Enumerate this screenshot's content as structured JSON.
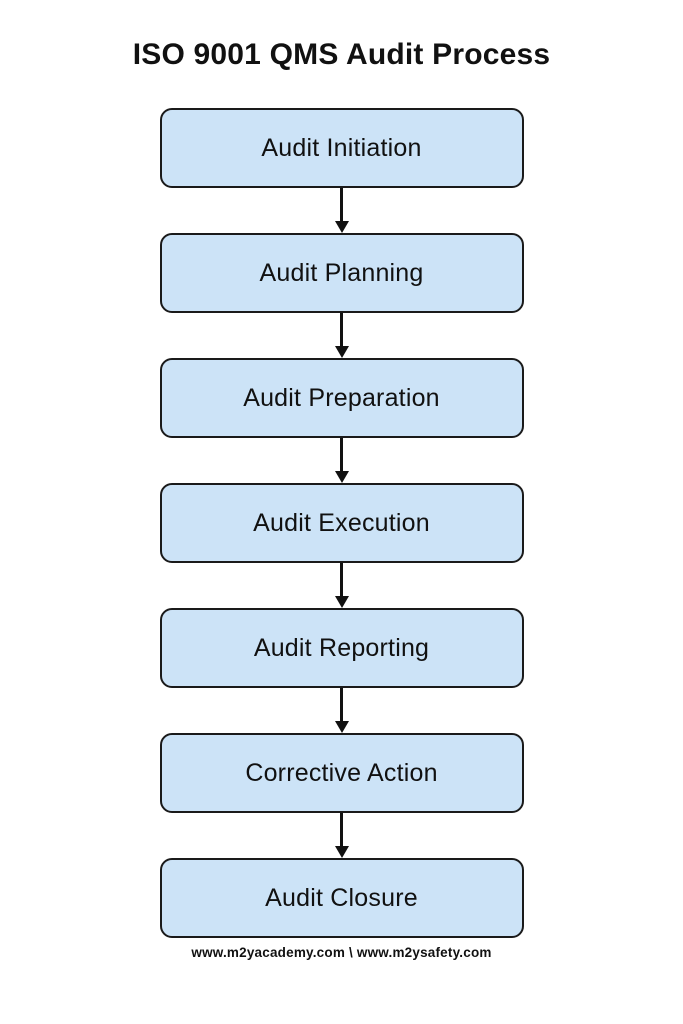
{
  "title": "ISO 9001 QMS Audit Process",
  "footer": "www.m2yacademy.com \\ www.m2ysafety.com",
  "colors": {
    "background": "#ffffff",
    "box_fill": "#cce3f7",
    "box_border": "#1a1a1a",
    "arrow": "#111111",
    "text": "#111111"
  },
  "chart_data": {
    "type": "flowchart",
    "direction": "top-to-bottom",
    "steps": [
      "Audit Initiation",
      "Audit Planning",
      "Audit Preparation",
      "Audit Execution",
      "Audit Reporting",
      "Corrective Action",
      "Audit Closure"
    ],
    "connections": "sequential-arrows"
  }
}
